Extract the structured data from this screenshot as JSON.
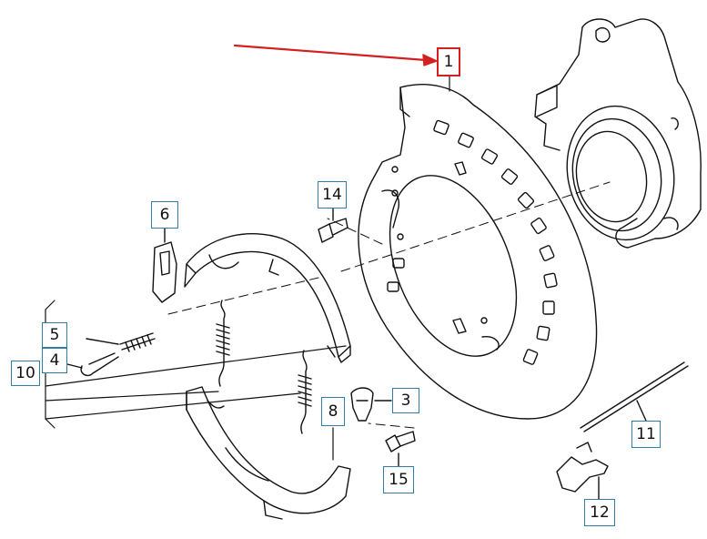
{
  "callouts": {
    "c1": "1",
    "c3": "3",
    "c4": "4",
    "c5": "5",
    "c6": "6",
    "c8": "8",
    "c10": "10",
    "c11": "11",
    "c12": "12",
    "c14": "14",
    "c15": "15"
  },
  "colors": {
    "line": "#111111",
    "callout_border": "#2e7ea6",
    "highlight": "#d42020"
  }
}
